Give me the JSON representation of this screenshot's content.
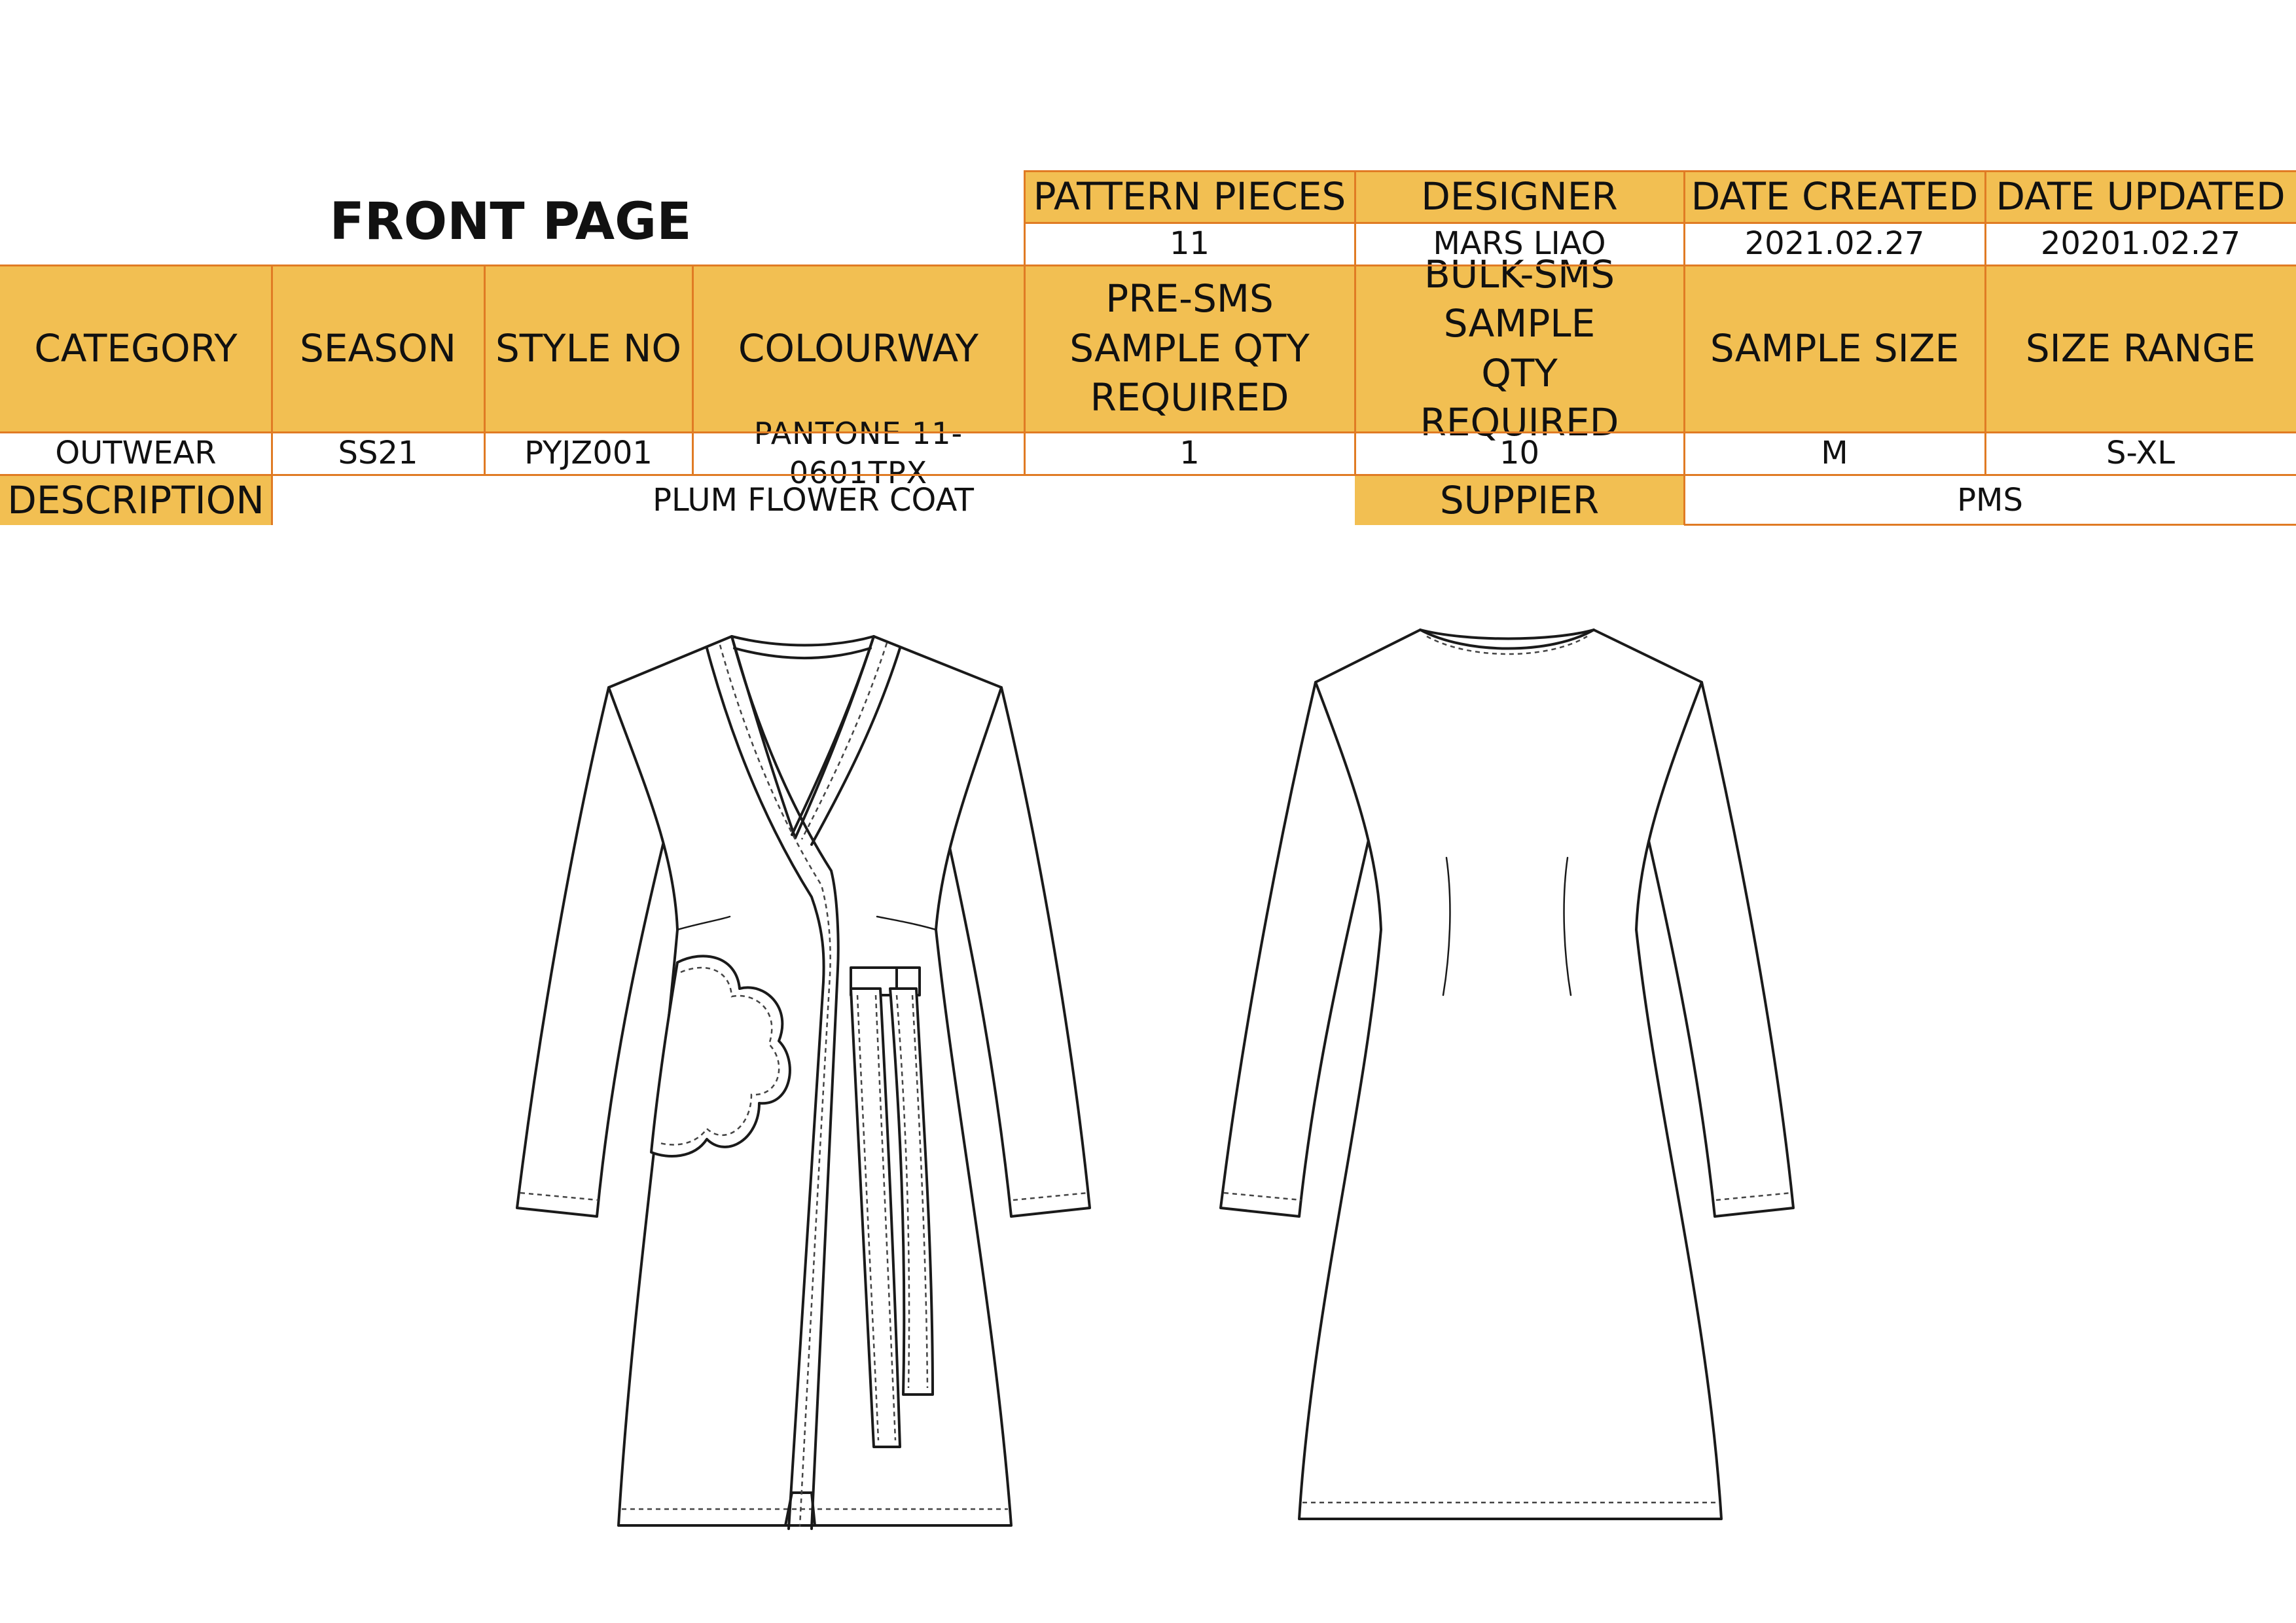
{
  "page": {
    "title": "FRONT PAGE"
  },
  "top_table": {
    "headers": [
      "PATTERN PIECES",
      "DESIGNER",
      "DATE CREATED",
      "DATE UPDATED"
    ],
    "values": [
      "11",
      "MARS LIAO",
      "2021.02.27",
      "20201.02.27"
    ]
  },
  "main_table": {
    "headers": [
      "CATEGORY",
      "SEASON",
      "STYLE NO",
      "COLOURWAY",
      "PRE-SMS SAMPLE QTY REQUIRED",
      "BULK-SMS SAMPLE QTY REQUIRED",
      "SAMPLE SIZE",
      "SIZE RANGE"
    ],
    "values": [
      "OUTWEAR",
      "SS21",
      "PYJZ001",
      "PANTONE 11-0601TPX",
      "1",
      "10",
      "M",
      "S-XL"
    ]
  },
  "description_row": {
    "description_label": "DESCRIPTION",
    "description_value": "PLUM FLOWER COAT",
    "supplier_label": "SUPPIER",
    "supplier_value": "PMS"
  },
  "colors": {
    "header_fill": "#f2bf52",
    "rule_line": "#e07b24",
    "sketch_line": "#1a1a1a"
  },
  "sketches": {
    "front_icon": "wrap-coat-front-flat-sketch",
    "back_icon": "wrap-coat-back-flat-sketch"
  }
}
